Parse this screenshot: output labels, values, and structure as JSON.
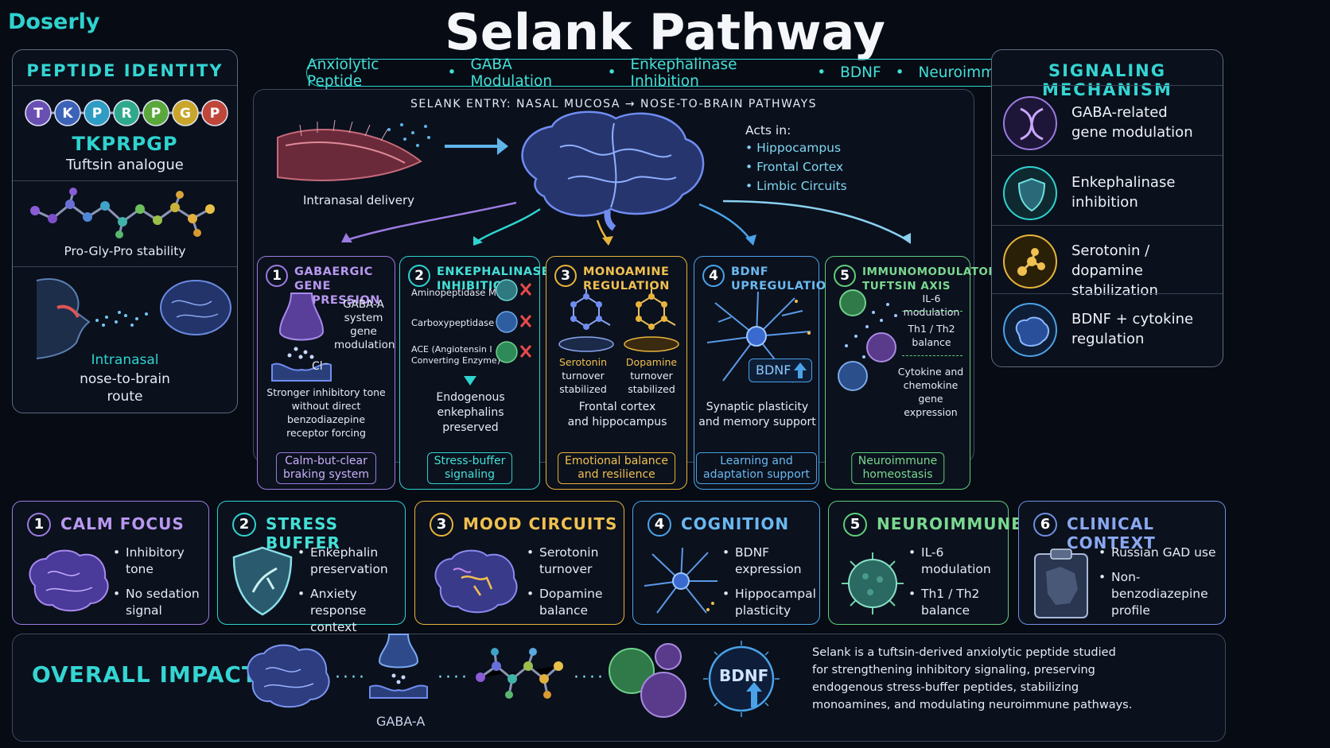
{
  "brand": "Doserly",
  "title": "Selank Pathway",
  "subtitle_items": [
    "Anxiolytic Peptide",
    "GABA Modulation",
    "Enkephalinase Inhibition",
    "BDNF",
    "Neuroimmune"
  ],
  "identity": {
    "title": "PEPTIDE IDENTITY",
    "residues": [
      "T",
      "K",
      "P",
      "R",
      "P",
      "G",
      "P"
    ],
    "residue_colors": [
      "#6a4fb3",
      "#3d63b8",
      "#2f9cc4",
      "#2fa98c",
      "#5aa83c",
      "#c9a62a",
      "#c0463a"
    ],
    "sequence": "TKPRPGP",
    "analogue": "Tuftsin analogue",
    "stability": "Pro-Gly-Pro stability",
    "route_title": "Intranasal",
    "route_text": [
      "nose-to-brain",
      "route"
    ]
  },
  "entry": {
    "title": "SELANK ENTRY: NASAL MUCOSA → NOSE-TO-BRAIN PATHWAYS",
    "delivery": "Intranasal delivery",
    "acts_in_label": "Acts in:",
    "acts_in": [
      "Hippocampus",
      "Frontal Cortex",
      "Limbic Circuits"
    ]
  },
  "steps": [
    {
      "num": "1",
      "title": [
        "GABAERGIC",
        "GENE EXPRESSION"
      ],
      "color": "#9b7be0",
      "side": [
        "GABA-A",
        "system",
        "gene",
        "modulation"
      ],
      "ion": "Cl⁻",
      "desc": [
        "Stronger inhibitory tone",
        "without direct benzodiazepine",
        "receptor forcing"
      ],
      "foot": [
        "Calm-but-clear",
        "braking system"
      ]
    },
    {
      "num": "2",
      "title": [
        "ENKEPHALINASE",
        "INHIBITION"
      ],
      "color": "#2ed3cf",
      "enzymes": [
        "Aminopeptidase M",
        "Carboxypeptidase",
        "ACE (Angiotensin I",
        "Converting Enzyme)"
      ],
      "desc": [
        "Endogenous enkephalins",
        "preserved"
      ],
      "foot": [
        "Stress-buffer",
        "signaling"
      ]
    },
    {
      "num": "3",
      "title": [
        "MONOAMINE",
        "REGULATION"
      ],
      "color": "#e8b43a",
      "left_lbl": [
        "Serotonin",
        "turnover",
        "stabilized"
      ],
      "right_lbl": [
        "Dopamine",
        "turnover",
        "stabilized"
      ],
      "desc": [
        "Frontal cortex",
        "and hippocampus"
      ],
      "foot": [
        "Emotional balance",
        "and resilience"
      ]
    },
    {
      "num": "4",
      "title": [
        "BDNF",
        "UPREGULATION"
      ],
      "color": "#4aa3e8",
      "badge": "BDNF",
      "desc": [
        "Synaptic plasticity",
        "and memory support"
      ],
      "foot": [
        "Learning and",
        "adaptation support"
      ]
    },
    {
      "num": "5",
      "title": [
        "IMMUNOMODULATORY",
        "TUFTSIN AXIS"
      ],
      "color": "#5fcf7a",
      "items": [
        "IL-6 modulation",
        "Th1 / Th2",
        "balance",
        "Cytokine and",
        "chemokine gene",
        "expression"
      ],
      "foot": [
        "Neuroimmune",
        "homeostasis"
      ]
    }
  ],
  "mechanism": {
    "title": "SIGNALING MECHANISM",
    "rows": [
      {
        "text": [
          "GABA-related",
          "gene modulation"
        ],
        "color": "#9b7be0",
        "icon": "dna-icon"
      },
      {
        "text": [
          "Enkephalinase",
          "inhibition"
        ],
        "color": "#2ed3cf",
        "icon": "shield-icon"
      },
      {
        "text": [
          "Serotonin / dopamine",
          "stabilization"
        ],
        "color": "#e8b43a",
        "icon": "molecule-icon"
      },
      {
        "text": [
          "BDNF + cytokine",
          "regulation"
        ],
        "color": "#4aa3e8",
        "icon": "brain-icon"
      }
    ]
  },
  "benefits": [
    {
      "num": "1",
      "title": "CALM FOCUS",
      "color": "#9b7be0",
      "items": [
        [
          "Inhibitory tone"
        ],
        [
          "No sedation",
          "signal"
        ]
      ]
    },
    {
      "num": "2",
      "title": "STRESS BUFFER",
      "color": "#2ed3cf",
      "items": [
        [
          "Enkephalin",
          "preservation"
        ],
        [
          "Anxiety response",
          "context"
        ]
      ]
    },
    {
      "num": "3",
      "title": "MOOD CIRCUITS",
      "color": "#e8b43a",
      "items": [
        [
          "Serotonin",
          "turnover"
        ],
        [
          "Dopamine",
          "balance"
        ]
      ]
    },
    {
      "num": "4",
      "title": "COGNITION",
      "color": "#4aa3e8",
      "items": [
        [
          "BDNF",
          "expression"
        ],
        [
          "Hippocampal",
          "plasticity"
        ]
      ]
    },
    {
      "num": "5",
      "title": "NEUROIMMUNE",
      "color": "#5fcf7a",
      "items": [
        [
          "IL-6 modulation"
        ],
        [
          "Th1 / Th2",
          "balance"
        ]
      ]
    },
    {
      "num": "6",
      "title": "CLINICAL CONTEXT",
      "color": "#6f8fe0",
      "items": [
        [
          "Russian GAD use"
        ],
        [
          "Non-benzodiazepine",
          "profile"
        ]
      ]
    }
  ],
  "impact": {
    "title": "OVERALL IMPACT",
    "gaba_label": "GABA-A",
    "bdnf_label": "BDNF",
    "summary": [
      "Selank is a tuftsin-derived anxiolytic peptide studied",
      "for strengthening inhibitory signaling, preserving",
      "endogenous stress-buffer peptides, stabilizing",
      "monoamines, and modulating neuroimmune pathways."
    ]
  }
}
